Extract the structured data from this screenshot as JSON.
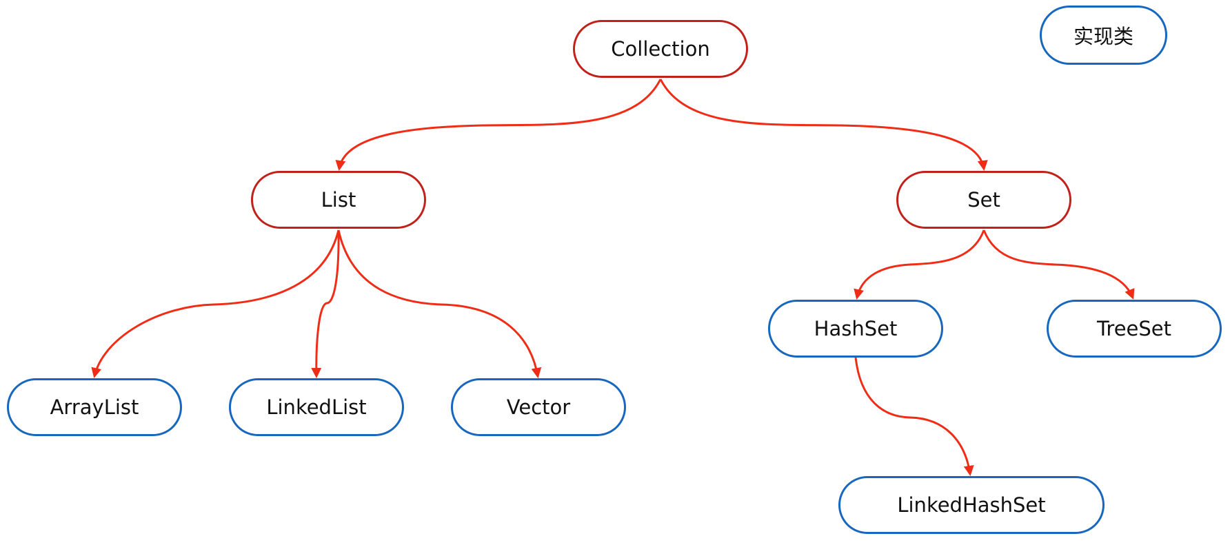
{
  "colors": {
    "interface_border": "#c0221b",
    "impl_border": "#1667bd",
    "edge": "#ef2d16"
  },
  "legend": {
    "label": "实现类"
  },
  "nodes": {
    "collection": "Collection",
    "list": "List",
    "set": "Set",
    "arraylist": "ArrayList",
    "linkedlist": "LinkedList",
    "vector": "Vector",
    "hashset": "HashSet",
    "treeset": "TreeSet",
    "linkedhashset": "LinkedHashSet"
  },
  "edges": [
    {
      "from": "Collection",
      "to": "List"
    },
    {
      "from": "Collection",
      "to": "Set"
    },
    {
      "from": "List",
      "to": "ArrayList"
    },
    {
      "from": "List",
      "to": "LinkedList"
    },
    {
      "from": "List",
      "to": "Vector"
    },
    {
      "from": "Set",
      "to": "HashSet"
    },
    {
      "from": "Set",
      "to": "TreeSet"
    },
    {
      "from": "HashSet",
      "to": "LinkedHashSet"
    }
  ]
}
